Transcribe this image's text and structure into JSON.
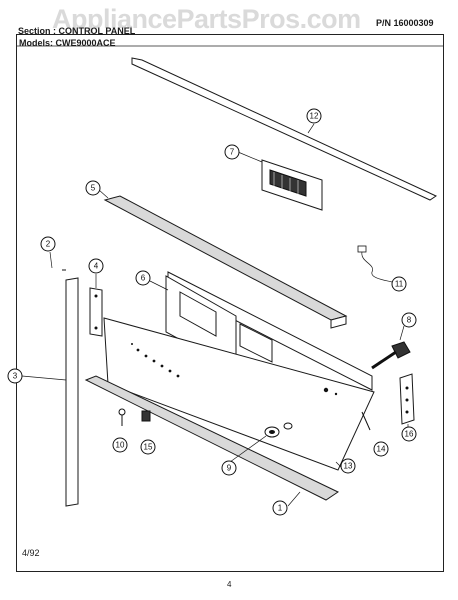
{
  "header": {
    "section_label": "Section :",
    "section_value": "CONTROL PANEL",
    "models_label": "Models:",
    "models_value": "CWE9000ACE",
    "part_number": "P/N 16000309"
  },
  "watermark": "AppliancePartsPros.com",
  "footer": {
    "date": "4/92",
    "page": "4"
  },
  "callouts": [
    "12",
    "7",
    "5",
    "2",
    "4",
    "6",
    "11",
    "3",
    "8",
    "10",
    "15",
    "9",
    "14",
    "16",
    "13",
    "1"
  ]
}
